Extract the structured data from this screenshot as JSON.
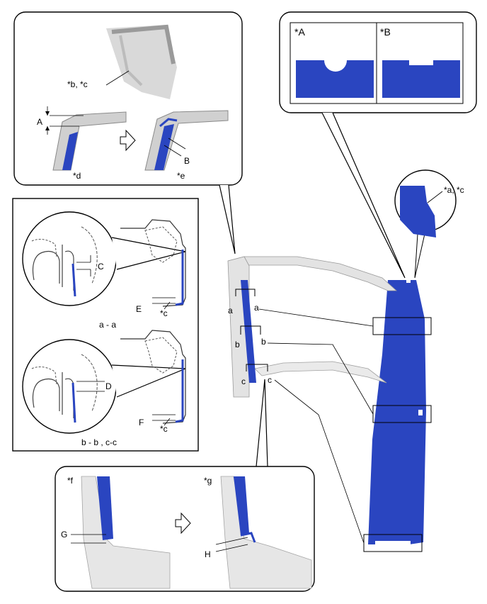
{
  "colors": {
    "blue": "#2a45c0",
    "outline": "#000000",
    "gray_part": "#c9c9c9",
    "light_gray": "#ececec"
  },
  "callouts": {
    "a_c": "*a, *c",
    "b_c": "*b, *c",
    "c": "*c",
    "d": "*d",
    "e": "*e",
    "f": "*f",
    "g": "*g",
    "A_star": "*A",
    "B_star": "*B"
  },
  "dimensions": {
    "A": "A",
    "B": "B",
    "C": "C",
    "D": "D",
    "E": "E",
    "F": "F",
    "G": "G",
    "H": "H"
  },
  "sections": {
    "aa_caption": "a - a",
    "bb_cc_caption": "b - b , c-c",
    "a": "a",
    "b": "b",
    "c": "c"
  },
  "icons": [
    "right-arrow-icon"
  ]
}
